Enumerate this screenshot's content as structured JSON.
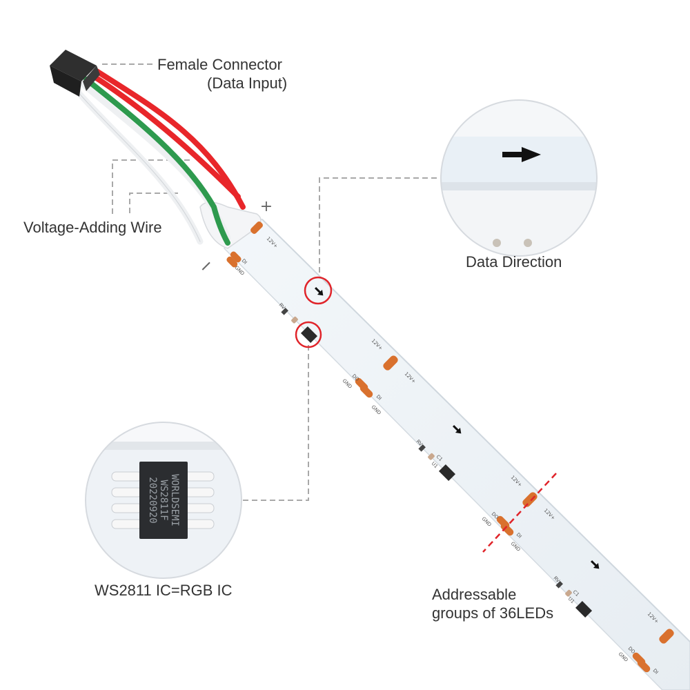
{
  "callouts": {
    "connector_line1": "Female Connector",
    "connector_line2": "(Data Input)",
    "voltage_wire": "Voltage-Adding Wire",
    "data_direction": "Data Direction",
    "ic": "WS2811 IC=RGB IC",
    "groups_line1": "Addressable",
    "groups_line2": "groups of 36LEDs"
  },
  "symbols": {
    "plus": "+",
    "minus": "−"
  },
  "pcb_labels": {
    "v12": "12V+",
    "data_in": "DI",
    "data_out": "DO",
    "gnd": "GND",
    "resistor": "RV",
    "capacitor": "C1",
    "ic_ref": "U1"
  },
  "chip_marking": {
    "line1": "WORLDSEMI",
    "line2": "WS2811F",
    "line3": "20220920"
  },
  "colors": {
    "wire_red": "#e8262a",
    "wire_green": "#2e9a4e",
    "wire_white": "#eef0f2",
    "strip": "#eef3f7",
    "pad": "#d9712e",
    "highlight_circle": "#e0242a",
    "cut_line": "#e0242a",
    "leader_line": "#a8a8a8"
  }
}
